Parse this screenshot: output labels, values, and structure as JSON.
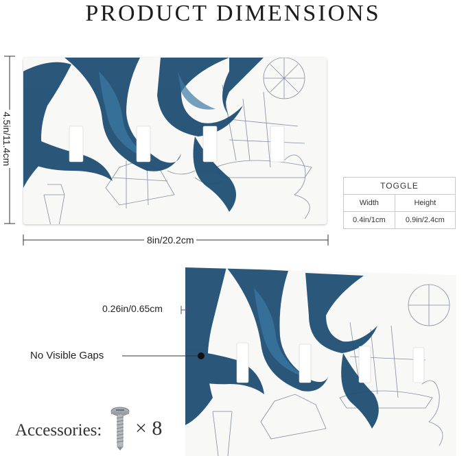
{
  "title": "PRODUCT DIMENSIONS",
  "dimensions": {
    "height": "4.5in/11.4cm",
    "width": "8in/20.2cm",
    "thickness": "0.26in/0.65cm"
  },
  "toggle_table": {
    "header": "TOGGLE",
    "columns": [
      "Width",
      "Height"
    ],
    "values": [
      "0.4in/1cm",
      "0.9in/2.4cm"
    ]
  },
  "callouts": {
    "gaps": "No Visible Gaps"
  },
  "accessories": {
    "label": "Accessories:",
    "quantity": "× 8"
  },
  "colors": {
    "tentacle": "#1f4f73",
    "tentacle_light": "#3c7aa6",
    "sketch": "#4a5a78"
  }
}
